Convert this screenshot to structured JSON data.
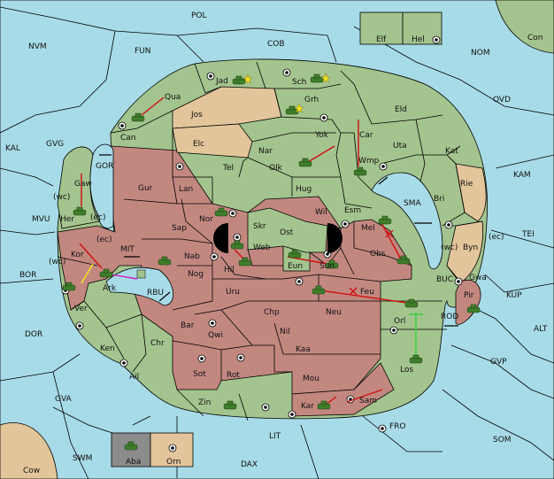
{
  "colors": {
    "sea": "#a8dbe8",
    "green": "#a3c48e",
    "red": "#c28880",
    "tan": "#e3c59b",
    "grey": "#8c8c8c",
    "unit": "#3f7d2a",
    "order_red": "#d01010",
    "order_yellow": "#f0e020",
    "order_magenta": "#d020c0",
    "order_green": "#40d040"
  },
  "provinces": {
    "pol": "POL",
    "fun": "FUN",
    "cob": "COB",
    "nvm": "NVM",
    "nom": "NOM",
    "con": "Con",
    "elf": "Elf",
    "hel": "Hel",
    "ovd": "OVD",
    "kal": "KAL",
    "gvg": "GVG",
    "jad": "Jad",
    "sch": "Sch",
    "qua": "Qua",
    "jos": "Jos",
    "grh": "Grh",
    "eld": "Eld",
    "can": "Can",
    "elc": "Elc",
    "yok": "Yok",
    "car": "Car",
    "uta": "Uta",
    "kat": "Kat",
    "kam": "KAM",
    "nar": "Nar",
    "tel": "Tel",
    "olk": "Olk",
    "wmp": "Wmp",
    "gor": "GOR",
    "gaw": "Gaw",
    "gur": "Gur",
    "lan": "Lan",
    "hug": "Hug",
    "rie": "Rie",
    "bri": "Bri",
    "wc1": "(wc)",
    "ec1": "(ec)",
    "her": "Her",
    "mvu": "MVU",
    "nor": "Nor",
    "skr": "Skr",
    "wil": "Wil",
    "esm": "Esm",
    "sma": "SMA",
    "sap": "Sap",
    "ost": "Ost",
    "web": "Web",
    "mel": "Mel",
    "mit": "MIT",
    "ec2": "(ec)",
    "kor": "Kor",
    "wc2": "(wc)",
    "nab": "Nab",
    "hil": "Hil",
    "eun": "Eun",
    "sun": "Sun",
    "obs": "Obs",
    "wc3": "(wc)",
    "byn": "Byn",
    "ec3": "(ec)",
    "tei": "TEI",
    "bor": "BOR",
    "ark": "Ark",
    "rbu": "RBU",
    "nog": "Nog",
    "uru": "Uru",
    "feu": "Feu",
    "gwa": "Gwa",
    "buc": "BUC",
    "pir": "Pir",
    "kup": "KUP",
    "ver": "Ver",
    "chp": "Chp",
    "neu": "Neu",
    "orl": "Orl",
    "rod": "ROD",
    "dor": "DOR",
    "bar": "Bar",
    "qwi": "Qwi",
    "nil": "Nil",
    "alt": "ALT",
    "ken": "Ken",
    "chr": "Chr",
    "kaa": "Kaa",
    "gvp": "GVP",
    "los": "Los",
    "ail": "Ail",
    "sot": "Sot",
    "rot": "Rot",
    "mou": "Mou",
    "gva": "GVA",
    "sam": "Sam",
    "zin": "Zin",
    "kar": "Kar",
    "fro": "FRO",
    "lit": "LIT",
    "som": "SOM",
    "aba": "Aba",
    "orn": "Orn",
    "swm": "SWM",
    "dax": "DAX",
    "cow": "Cow"
  }
}
